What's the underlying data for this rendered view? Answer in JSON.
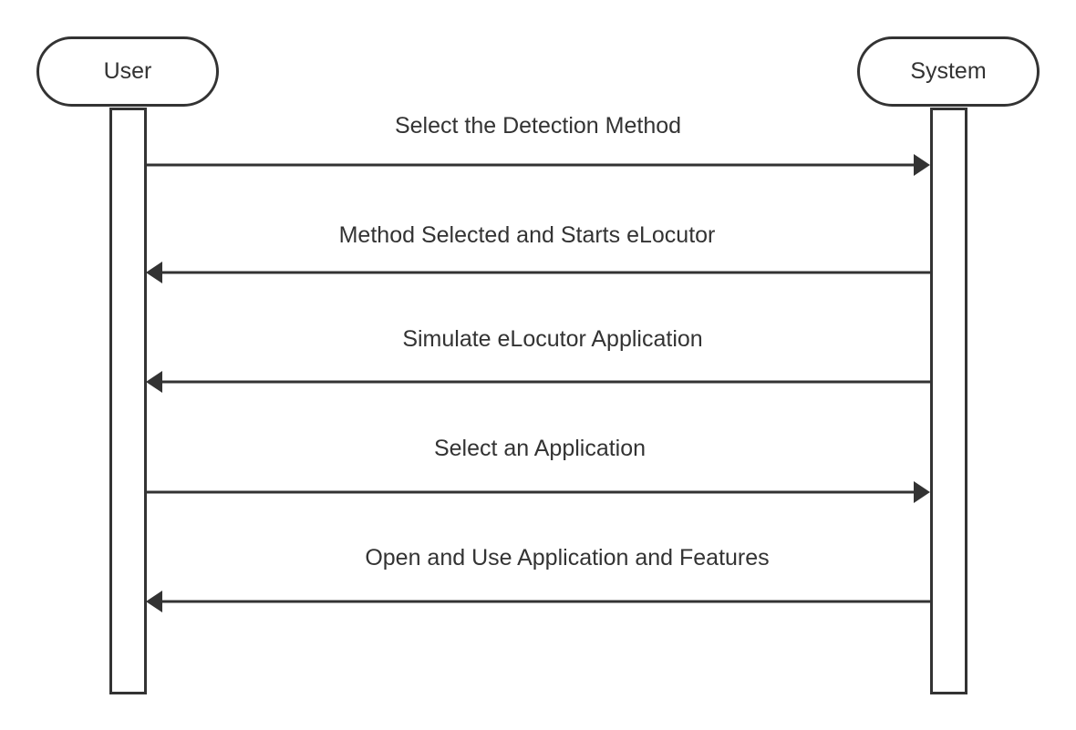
{
  "diagram": {
    "actors": {
      "user": "User",
      "system": "System"
    },
    "messages": [
      {
        "label": "Select the Detection Method",
        "from": "user",
        "to": "system"
      },
      {
        "label": "Method Selected and Starts eLocutor",
        "from": "system",
        "to": "user"
      },
      {
        "label": "Simulate eLocutor Application",
        "from": "system",
        "to": "user"
      },
      {
        "label": "Select an Application",
        "from": "user",
        "to": "system"
      },
      {
        "label": "Open and Use Application and Features",
        "from": "system",
        "to": "user"
      }
    ]
  }
}
